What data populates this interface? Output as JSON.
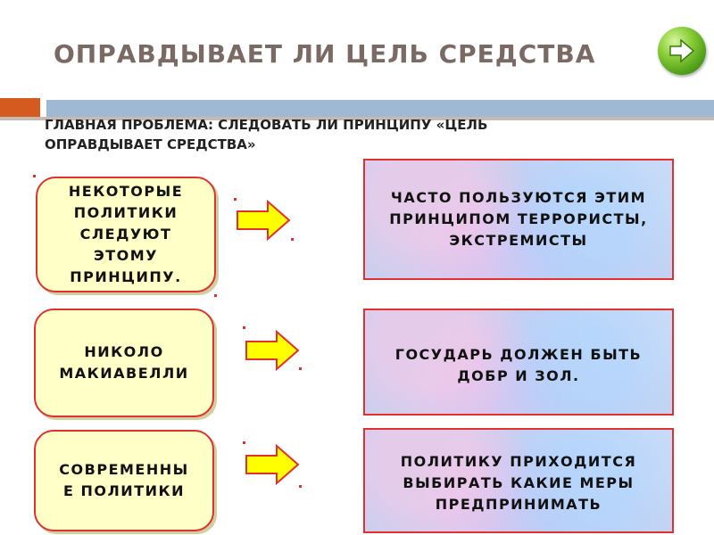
{
  "title": "ОПРАВДЫВАЕТ ЛИ ЦЕЛЬ  СРЕДСТВА",
  "subtitle_line1": "ГЛАВНАЯ ПРОБЛЕМА: СЛЕДОВАТЬ ЛИ ПРИНЦИПУ «ЦЕЛЬ",
  "subtitle_line2": "ОПРАВДЫВАЕТ  СРЕДСТВА»",
  "nav_icon": "arrow-right-icon",
  "colors": {
    "box_border": "#e0302f",
    "left_fill": "#ffffc8",
    "arrow_fill": "#ffff00",
    "title": "#7a6a63"
  },
  "rows": [
    {
      "left": [
        "НЕКОТОРЫЕ",
        "ПОЛИТИКИ",
        "СЛЕДУЮТ",
        "ЭТОМУ",
        "ПРИНЦИПУ."
      ],
      "right": [
        "ЧАСТО ПОЛЬЗУЮТСЯ ЭТИМ",
        "ПРИНЦИПОМ  ТЕРРОРИСТЫ,",
        "ЭКСТРЕМИСТЫ"
      ]
    },
    {
      "left": [
        "НИКОЛО",
        "МАКИАВЕЛЛИ"
      ],
      "right": [
        "ГОСУДАРЬ ДОЛЖЕН БЫТЬ",
        "ДОБР И ЗОЛ."
      ]
    },
    {
      "left": [
        "СОВРЕМЕННЫ",
        "Е ПОЛИТИКИ"
      ],
      "right": [
        "ПОЛИТИКУ ПРИХОДИТСЯ",
        "ВЫБИРАТЬ КАКИЕ МЕРЫ",
        "ПРЕДПРИНИМАТЬ"
      ]
    }
  ]
}
